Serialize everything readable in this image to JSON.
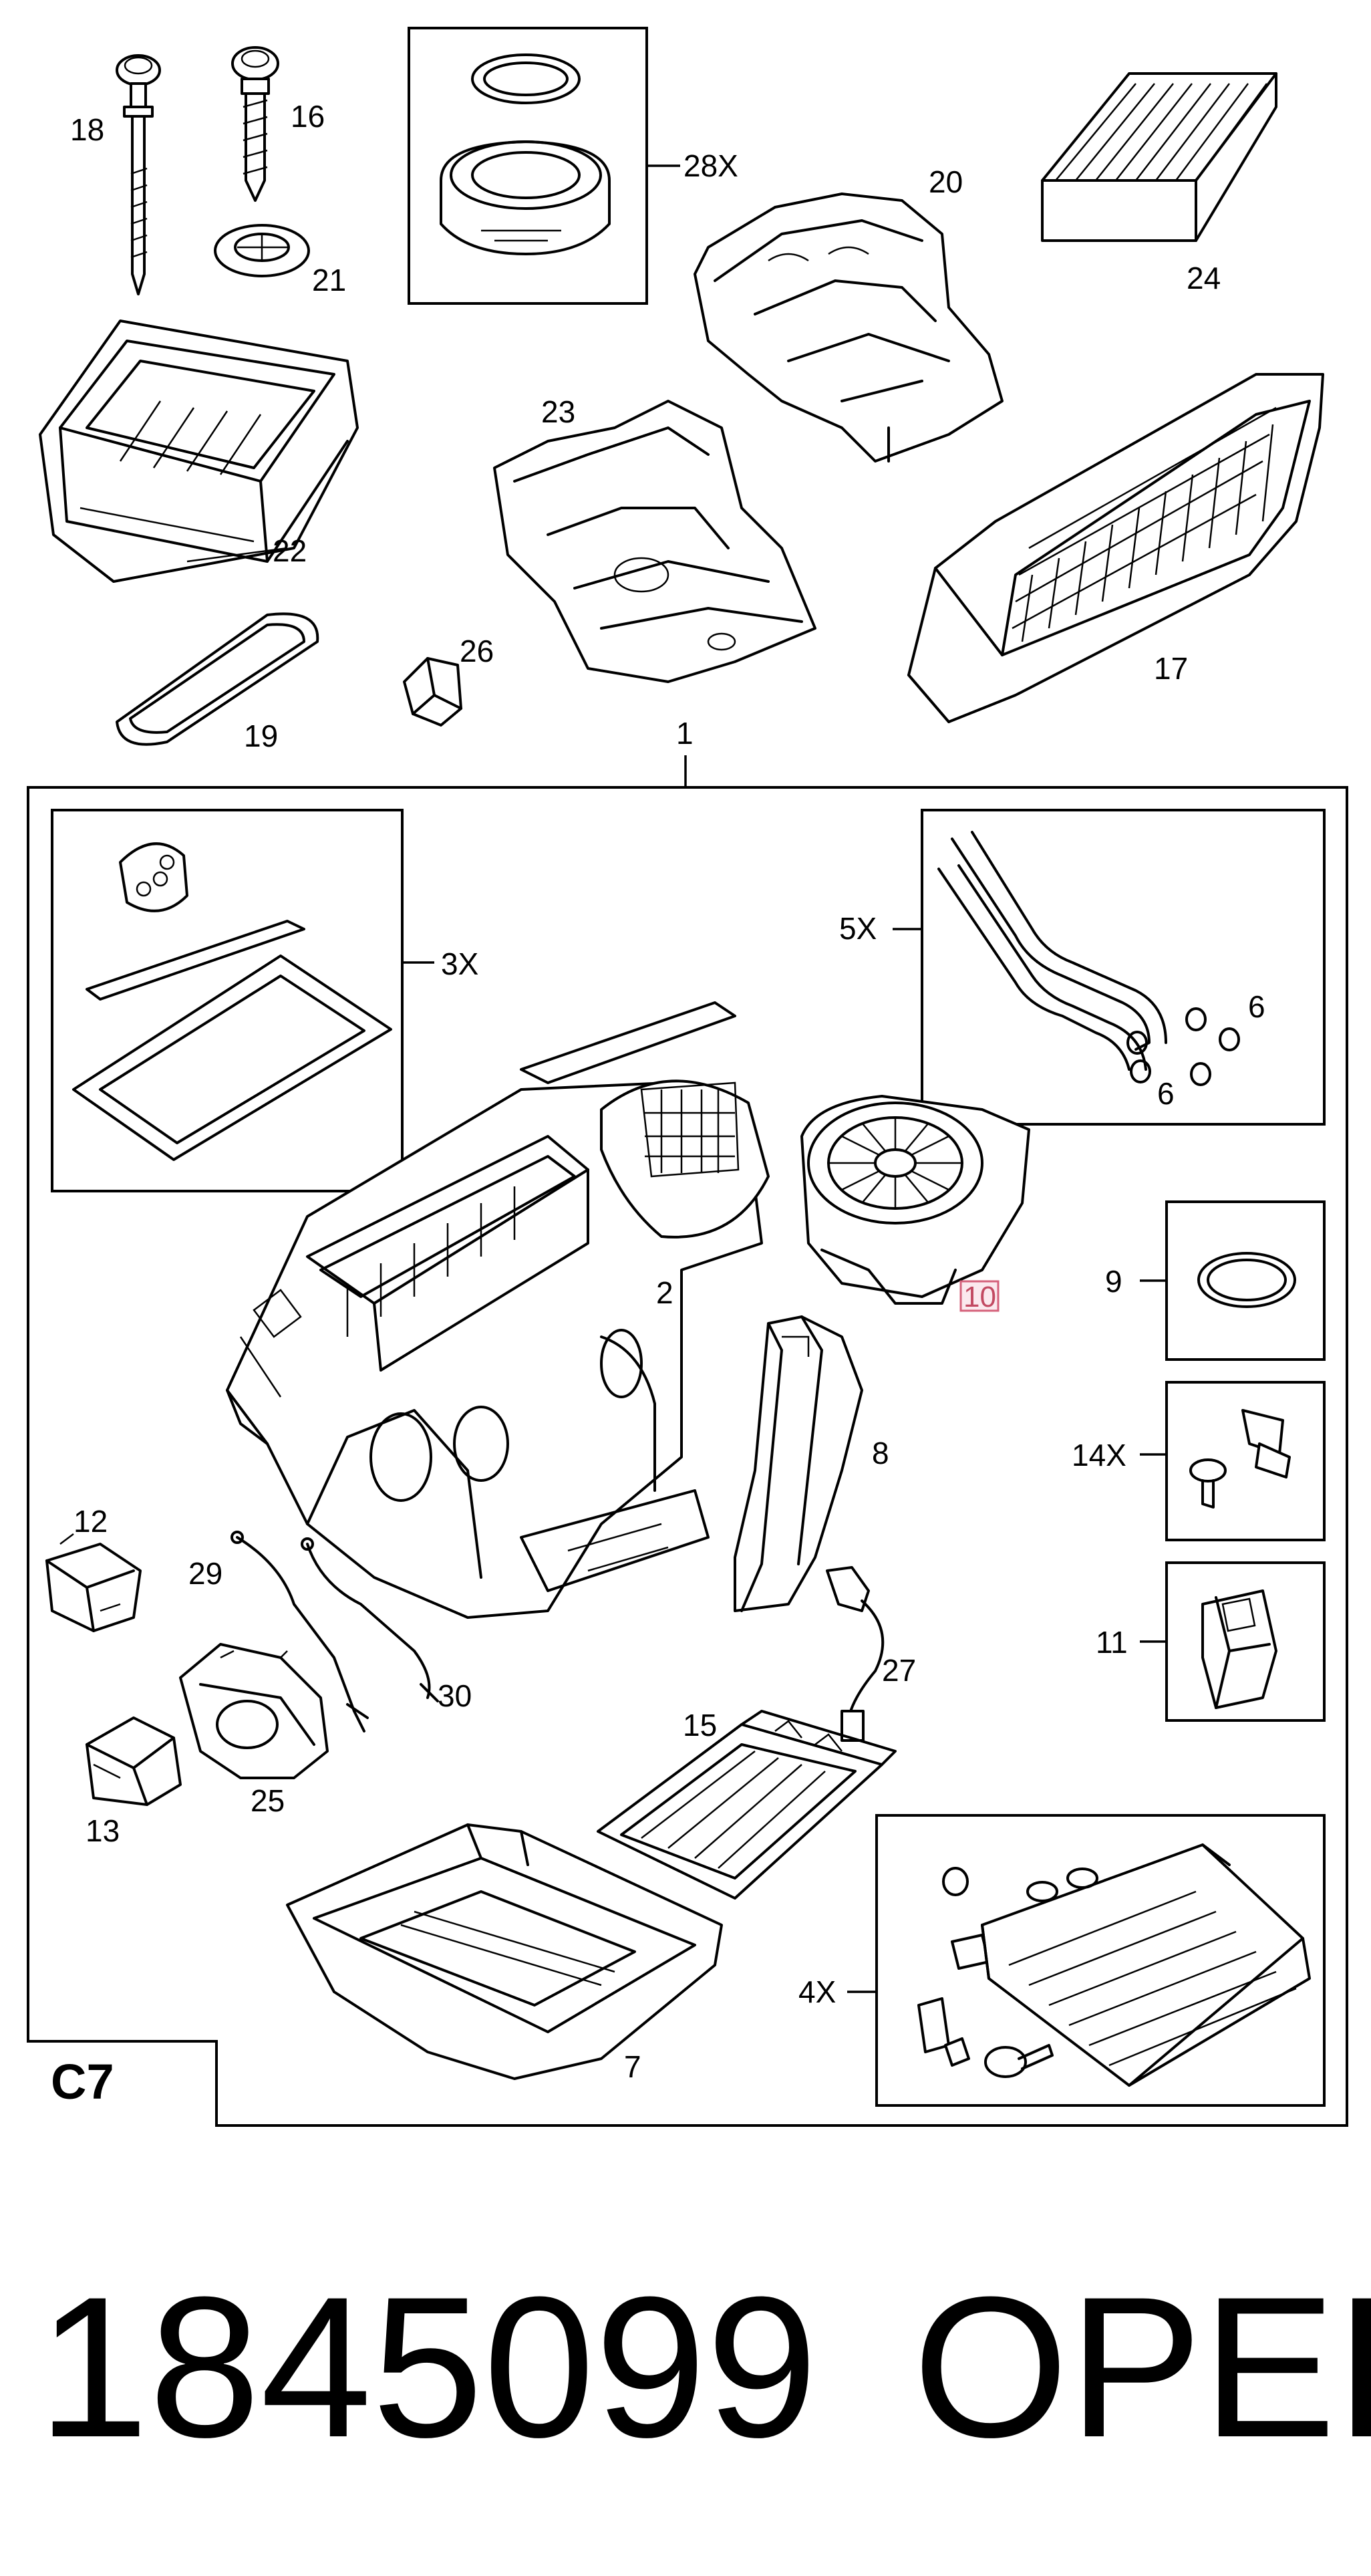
{
  "labels": {
    "p18": "18",
    "p16": "16",
    "p21": "21",
    "p28x": "28X",
    "p20": "20",
    "p24": "24",
    "p22": "22",
    "p23": "23",
    "p26": "26",
    "p19": "19",
    "p17": "17",
    "p1": "1",
    "p3x": "3X",
    "p5x": "5X",
    "p6a": "6",
    "p6b": "6",
    "p2": "2",
    "p10": "10",
    "p9": "9",
    "p14x": "14X",
    "p8": "8",
    "p11": "11",
    "p12": "12",
    "p29": "29",
    "p27": "27",
    "p30": "30",
    "p15": "15",
    "p13": "13",
    "p25": "25",
    "p4x": "4X",
    "p7": "7"
  },
  "section_code": "C7",
  "part_number": "1845099",
  "brand": "OPEL",
  "highlight_color": "#d4607a"
}
